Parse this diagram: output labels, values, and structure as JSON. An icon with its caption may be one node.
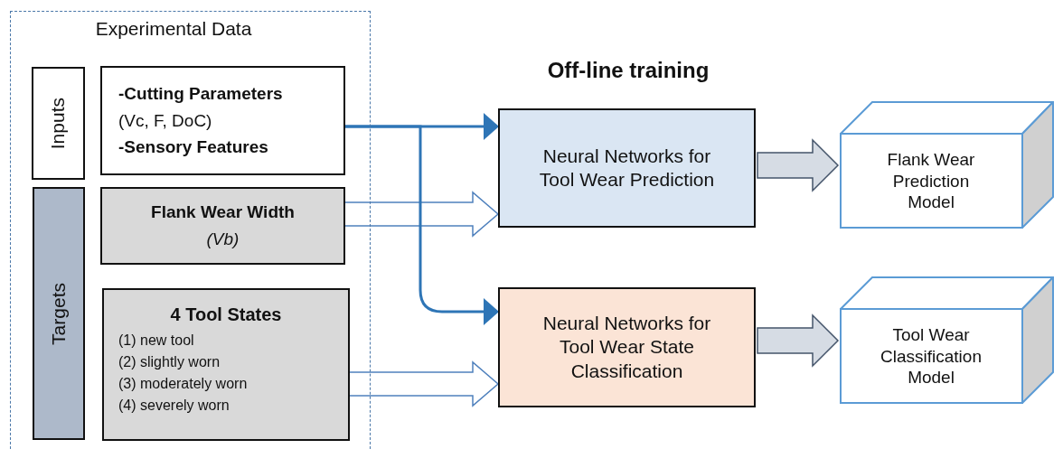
{
  "diagram": {
    "title": "Off-line training",
    "nodes": [
      {
        "text": [
          "Experimental Data"
        ]
      },
      {
        "text": [
          "Inputs"
        ],
        "in": 0
      },
      {
        "text": [
          "**-Cutting Parameters**",
          "(Vc, F, DoC)",
          "**-Sensory Features**"
        ],
        "in": 0
      },
      {
        "text": [
          "Targets"
        ],
        "in": 0
      },
      {
        "text": [
          "Flank Wear Width",
          "(Vb)"
        ],
        "in": 0
      },
      {
        "text": [
          "4 Tool States",
          "(1) new tool",
          "(2) slightly worn",
          "(3) moderately worn",
          "(4) severely worn"
        ],
        "in": 0
      },
      {
        "text": [
          "Neural Networks for Tool Wear Prediction"
        ]
      },
      {
        "text": [
          "Neural Networks for Tool Wear State Classification"
        ]
      },
      {
        "text": [
          "Flank Wear Prediction Model"
        ]
      },
      {
        "text": [
          "Tool Wear Classification Model"
        ]
      }
    ],
    "edges": [
      {
        "from": 2,
        "to": 6,
        "arrow": "to",
        "color": "#2e75b6"
      },
      {
        "from": 2,
        "to": 7,
        "arrow": "to",
        "color": "#2e75b6"
      },
      {
        "from": 4,
        "to": 6,
        "arrow": "to"
      },
      {
        "from": 5,
        "to": 7,
        "arrow": "to"
      },
      {
        "from": 6,
        "to": 8,
        "arrow": "to"
      },
      {
        "from": 7,
        "to": 9,
        "arrow": "to"
      }
    ]
  }
}
